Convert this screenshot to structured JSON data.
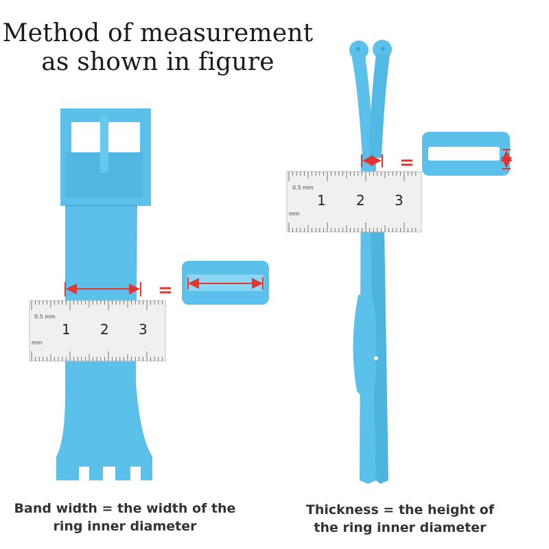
{
  "title": {
    "line1": "Method of measurement",
    "line2": "as shown in figure"
  },
  "captions": {
    "left_line1": "Band width = the width of the",
    "left_line2": "ring inner diameter",
    "right_line1": "Thickness = the height of",
    "right_line2": "the ring inner diameter"
  },
  "ruler": {
    "numbers": [
      "1",
      "2",
      "3"
    ],
    "unit_top": "0.5 mm",
    "unit_bottom": "mm"
  },
  "symbols": {
    "equals": "="
  },
  "colors": {
    "band": "#5bc0ea",
    "band_dark": "#3aa9d9",
    "arrow": "#e3342f",
    "ruler_bg": "#f1f1f1",
    "ruler_edge": "#bdbdbd"
  }
}
